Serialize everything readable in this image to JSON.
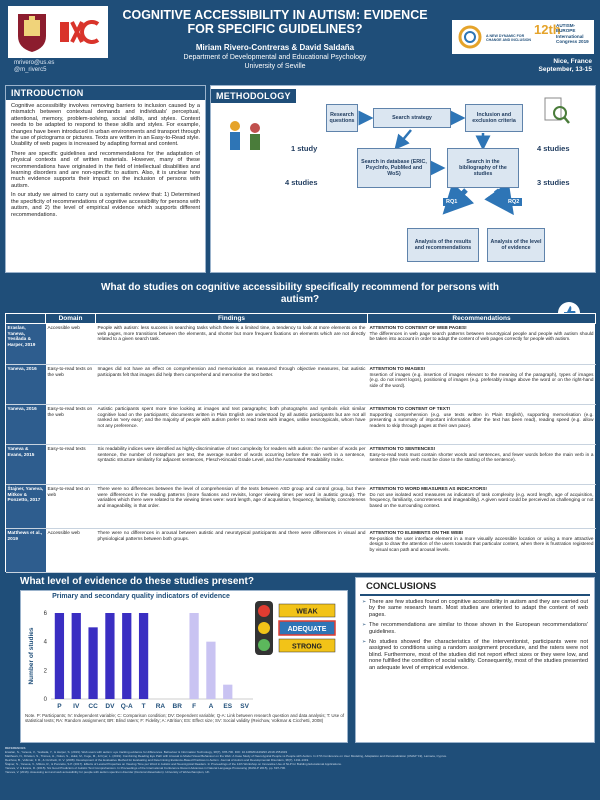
{
  "header": {
    "title": "COGNITIVE ACCESSIBILITY IN AUTISM: EVIDENCE FOR SPECIFIC GUIDELINES?",
    "authors": "Miriam Rivero-Contreras & David Saldaña",
    "department": "Department of Developmental and Educational Psychology",
    "university": "University of Seville",
    "contact_email": "mrivero@us.es",
    "contact_handle": "@m_riverc5",
    "congress_name": "AUTISM-EUROPE International Congress 2019",
    "congress_edition": "12th",
    "congress_tagline": "A NEW DYNAMIC FOR CHANGE AND INCLUSION",
    "location": "Nice, France",
    "dates": "September, 13-15"
  },
  "intro": {
    "title": "INTRODUCTION",
    "paragraphs": [
      "Cognitive accessibility involves removing barriers to inclusion caused by a mismatch between contextual demands and individuals' perceptual, attentional, memory, problem-solving, social skills, and styles. Context needs to be adapted to respond to these skills and styles. For example, changes have been introduced in urban environments and transport through the use of pictograms or pictures. Texts are written in an Easy-to-Read style. Usability of web pages is increased by adapting format and content.",
      "There are specific guidelines and recommendations for the adaptation of physical contexts and of written materials. However, many of these recommendations have originated in the field of intellectual disabilities and learning disorders and are non-specific to autism. Also, it is unclear how much evidence supports their impact on the inclusion of persons with autism.",
      "In our study we aimed to carry out a systematic review that: 1) Determined the specificity of recommendations of cognitive accessibility for persons with autism, and 2) the level of empirical evidence which supports different recommendations."
    ]
  },
  "method": {
    "title": "METHODOLOGY",
    "research_questions": "Research questions",
    "search_strategy": "Search strategy",
    "criteria": "Inclusion and exclusion criteria",
    "database": "Search in database (ERIC, PsycInfo, PubMed and WoS)",
    "bibliography": "Search in the bibliography of the studies",
    "analysis_results": "Analysis of the results and recommendations",
    "analysis_evidence": "Analysis of the level of evidence",
    "count_1": "1 study",
    "count_4a": "4 studies",
    "count_4b": "4 studies",
    "count_3": "3 studies",
    "rq1": "RQ1",
    "rq2": "RQ2"
  },
  "question": "What do studies on cognitive accessibility specifically recommend for persons with autism?",
  "table": {
    "headers": [
      "",
      "Domain",
      "Findings",
      "Recommendations"
    ],
    "rows": [
      {
        "study": "Eraslan, Yaneva, Yesilada & Harper, 2019",
        "domain": "Accessible web",
        "findings": "People with autism: less success in searching tasks which there is a limited time, a tendency to look at more elements on the web pages, more transitions between the elements, and shorter but more frequent fixations on elements which are not directly related to a given search task.",
        "rec_title": "ATTENTION TO CONTENT OF WEB PAGES!",
        "rec_text": "The differences in web page search patterns between neurotypical people and people with autism should be taken into account in order to adapt the content of web pages correctly for people with autism."
      },
      {
        "study": "Yaneva, 2016",
        "domain": "Easy-to-read texts on the web",
        "findings": "Images did not have an effect on comprehension and memorisation as measured through objective measures, but autistic participants felt that images did help them comprehend and memorise the text better.",
        "rec_title": "ATTENTION TO IMAGES!",
        "rec_text": "Insertion of images (e.g. insertion of images relevant to the meaning of the paragraph), types of images (e.g. do not insert logos), positioning of images (e.g. preferably image above the word or on the right-hand side of the word)."
      },
      {
        "study": "Yaneva, 2016",
        "domain": "Easy-to-read texts on the web",
        "findings": "Autistic participants spent more time looking at images and text paragraphs; both photographs and symbols elicit similar cognitive load on the participants; documents written in Plain English are understood by all autistic participants but are not all ranked as 'very easy'; and the majority of people with autism prefer to read texts with images, unlike neurotypicals, whom have not any preference.",
        "rec_title": "ATTENTION TO CONTENT OF TEXT!",
        "rec_text": "Supporting comprehension (e.g. use texts written in Plain English), supporting memorisation (e.g. presenting a summary of important information after the text has been read), reading speed (e.g. allow readers to skip through pages at their own pace)."
      },
      {
        "study": "Yaneva & Evans, 2015",
        "domain": "Easy-to-read texts",
        "findings": "Six readability indices were identified as highly-discriminative of text complexity for readers with autism: the number of words per sentence, the number of metaphors per text, the average number of words occurring before the main verb in a sentence, syntactic structure similarity for adjacent sentences, Flesch-Kincaid Grade Level, and the Automated Readability Index.",
        "rec_title": "ATTENTION TO SENTENCES!",
        "rec_text": "Easy-to-read texts must contain shorter words and sentences, and fewer words before the main verb in a sentence (the main verb must be close to the starting of the sentence)."
      },
      {
        "study": "Štajner, Yaneva, Mitkov & Ponzetto, 2017",
        "domain": "Easy-to-read text on web",
        "findings": "There were no differences between the level of comprehension of the texts between ASD group and control group, but there were differences in the reading patterns (more fixations and revisits, longer viewing times per word in autistic group). The variables which there were related to the viewing times were: word length, age of acquisition, frequency, familiarity, concreteness and imageability, in that order.",
        "rec_title": "ATTENTION TO WORD MEASURES AS INDICATORS!",
        "rec_text": "Do not use isolated word measures as indicators of task complexity (e.g. word length, age of acquisition, frequency, familiarity, concreteness and imageability). A given word could be perceived as challenging or not based on the surrounding context."
      },
      {
        "study": "Matthews et al., 2019",
        "domain": "Accessible web",
        "findings": "There were no differences in arousal between autistic and neurotypical participants and there were differences in visual and physiological patterns between both groups.",
        "rec_title": "ATTENTION TO ELEMENTS ON THE WEB!",
        "rec_text": "Re-position the user interface element in a more visually accessible location or using a more attractive design to draw the attention of the users towards that particular content, when there is frustration registered by visual scan path and arousal levels."
      }
    ]
  },
  "evidence": {
    "title": "What level of evidence do these studies present?",
    "levels": [
      "WEAK",
      "ADEQUATE",
      "STRONG"
    ],
    "note": "Note. P: Participants; IV: Independent variable; C: Comparison condition; DV: Dependent variable; Q-A: Link between research question and data analysis; T: Use of statistical tests; RA: Random assignment; BR: Blind raters; F: Fidelity; A: Attrition; ES: Effect size; SV: Social validity (Reichow, Volkmar & Cicchetti, 2008)"
  },
  "chart_data": {
    "type": "bar",
    "title": "Primary and secondary quality indicators of evidence",
    "xlabel": "",
    "ylabel": "Number of studies",
    "categories": [
      "P",
      "IV",
      "CC",
      "DV",
      "Q-A",
      "T",
      "RA",
      "BR",
      "F",
      "A",
      "ES",
      "SV"
    ],
    "values": [
      6,
      6,
      5,
      6,
      6,
      6,
      0,
      0,
      6,
      4,
      1,
      0
    ],
    "colors": [
      "#3a2ec2",
      "#3a2ec2",
      "#3a2ec2",
      "#3a2ec2",
      "#3a2ec2",
      "#3a2ec2",
      "#3a2ec2",
      "#3a2ec2",
      "#c9c3f2",
      "#c9c3f2",
      "#c9c3f2",
      "#c9c3f2"
    ],
    "ylim": [
      0,
      6
    ],
    "yticks": [
      0,
      2,
      4,
      6
    ],
    "grid": false
  },
  "conclusions": {
    "title": "CONCLUSIONS",
    "items": [
      "There are few studies found on cognitive accessibility in autism and they are carried out by the same research team. Most studies are oriented to adapt the content of web pages.",
      "The recommendations are similar to those shown in the European recommendations' guidelines.",
      "No studies showed the characteristics of the interventionist, participants were not assigned to conditions using a random assignment procedure, and the raters were not blind. Furthermore, most of the studies did not report effect sizes or they were low, and none fulfilled the condition of social validity. Consequently, most of the studies presented an adequate level of empirical evidence."
    ]
  },
  "references": {
    "heading": "REFERENCES",
    "lines": [
      "Eraslan, S., Yaneva, V., Yesilada, Y., & Harper, S. (2019). Web users with autism: eye tracking evidence for differences. Behaviour & Information Technology, 38(7), 678-700. DOI: 10.1080/0144929X.2018.1551933",
      "Matthews, N., Drieken, S., Tinmes, H., Nolan, S., Hukk, M., Fuge, M., & Fryer, L. (2019). Combining Reading Eye Path with Arousal to Model Visual Behaviour on the Web: A Case Study of Neurotypical People vs People with Autism. In 27th Conference on User Modeling, Adaptation and Personalization (UMAP '19), Larnaca, Cyprus.",
      "Reichow, B., Volkmar, F. R., & Cicchetti, D. V. (2008). Development of the Evaluative Method for Evaluating and Determining Evidence-Based Practices in Autism. Journal of Autism and Developmental Disorders, 38(7), 1311-1319.",
      "Štajner, S., Yaneva, V., Mitkov, R., & Ponzetto, S.P. (2017). Effects of Lexical Properties on Viewing Time per Word in Autistic and Neurotypical Readers. In Proceedings of the 12th Workshop on Innovative Use of NLP for Building Educational Applications.",
      "Yaneva, V. & Evans, R. (2015). Six Good Predictors of Autistic Text Comprehension. In Proceedings of the International Conference Recent Advances in Natural Language Processing (RANLP 2015), pp. 697-706.",
      "Yaneva, V. (2016). Assessing text and web accessibility for people with autism spectrum disorder (Doctoral dissertation). University of Wolverhampton, UK."
    ]
  }
}
